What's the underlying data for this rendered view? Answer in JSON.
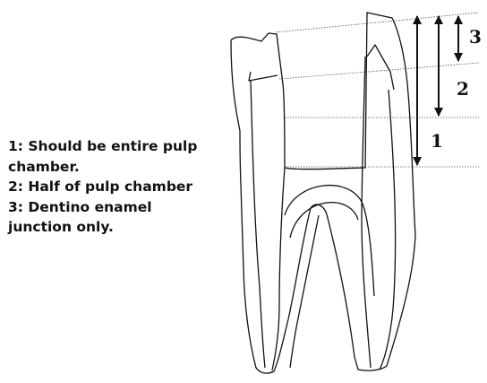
{
  "legend": [
    "1: Should be entire pulp\nchamber.",
    "2: Half of pulp chamber",
    "3: Dentino enamel\njunction only."
  ],
  "markers": {
    "one": "1",
    "two": "2",
    "three": "3"
  },
  "colors": {
    "line": "#111111",
    "dotted": "#555555",
    "background": "#ffffff"
  }
}
